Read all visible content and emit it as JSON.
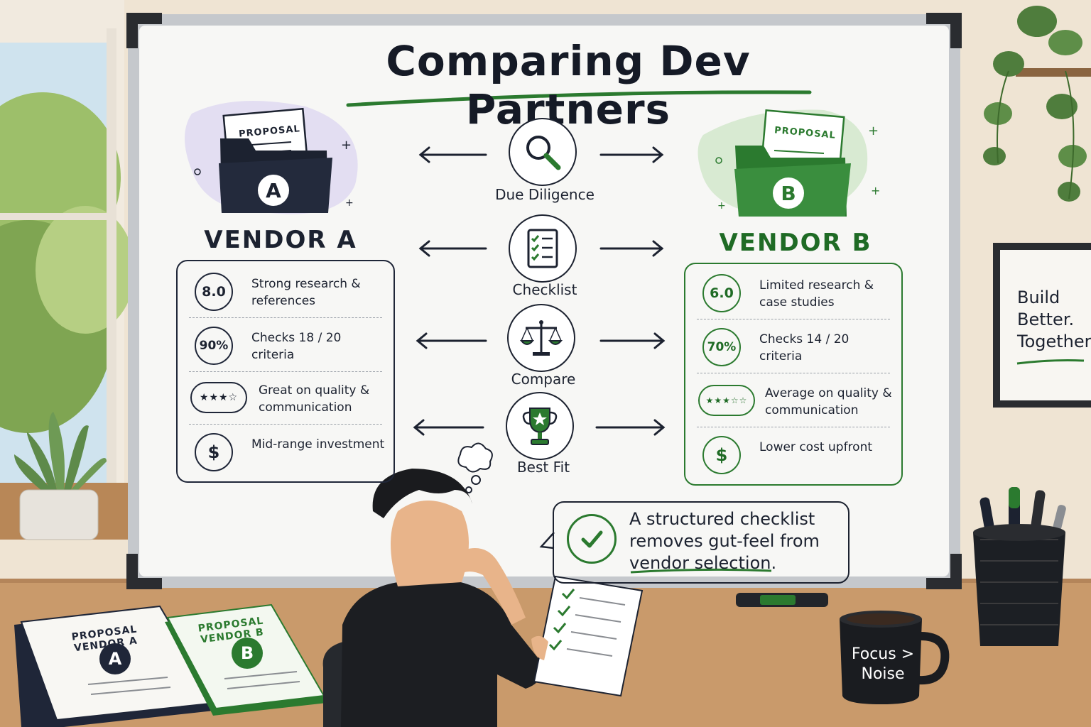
{
  "board": {
    "title": "Comparing Dev Partners"
  },
  "vendor_a": {
    "name": "VENDOR A",
    "folder_label": "PROPOSAL",
    "folder_letter": "A",
    "rows": [
      {
        "badge": "8.0",
        "text": "Strong research & references"
      },
      {
        "badge": "90%",
        "text": "Checks 18 / 20 criteria"
      },
      {
        "badge": "★★★☆",
        "text": "Great on quality & communication"
      },
      {
        "badge": "$",
        "text": "Mid-range investment"
      }
    ]
  },
  "vendor_b": {
    "name": "VENDOR B",
    "folder_label": "PROPOSAL",
    "folder_letter": "B",
    "rows": [
      {
        "badge": "6.0",
        "text": "Limited research & case studies"
      },
      {
        "badge": "70%",
        "text": "Checks 14 / 20 criteria"
      },
      {
        "badge": "★★★☆☆",
        "text": "Average on quality & communication"
      },
      {
        "badge": "$",
        "text": "Lower cost upfront"
      }
    ]
  },
  "steps": [
    {
      "label": "Due Diligence",
      "icon": "magnifier-icon"
    },
    {
      "label": "Checklist",
      "icon": "checklist-icon"
    },
    {
      "label": "Compare",
      "icon": "scales-icon"
    },
    {
      "label": "Best Fit",
      "icon": "trophy-icon"
    }
  ],
  "callout": {
    "text": "A structured checklist removes gut-feel from vendor selection."
  },
  "poster": {
    "text": "Build Better. Together."
  },
  "mug": {
    "text": "Focus > Noise"
  },
  "books": {
    "a_title": "PROPOSAL VENDOR A",
    "a_letter": "A",
    "b_title": "PROPOSAL VENDOR B",
    "b_letter": "B"
  },
  "colors": {
    "ink": "#1c2230",
    "green": "#2b7a2f",
    "board": "#f7f7f5",
    "wall": "#efe4d3",
    "desk": "#c99a6b"
  }
}
